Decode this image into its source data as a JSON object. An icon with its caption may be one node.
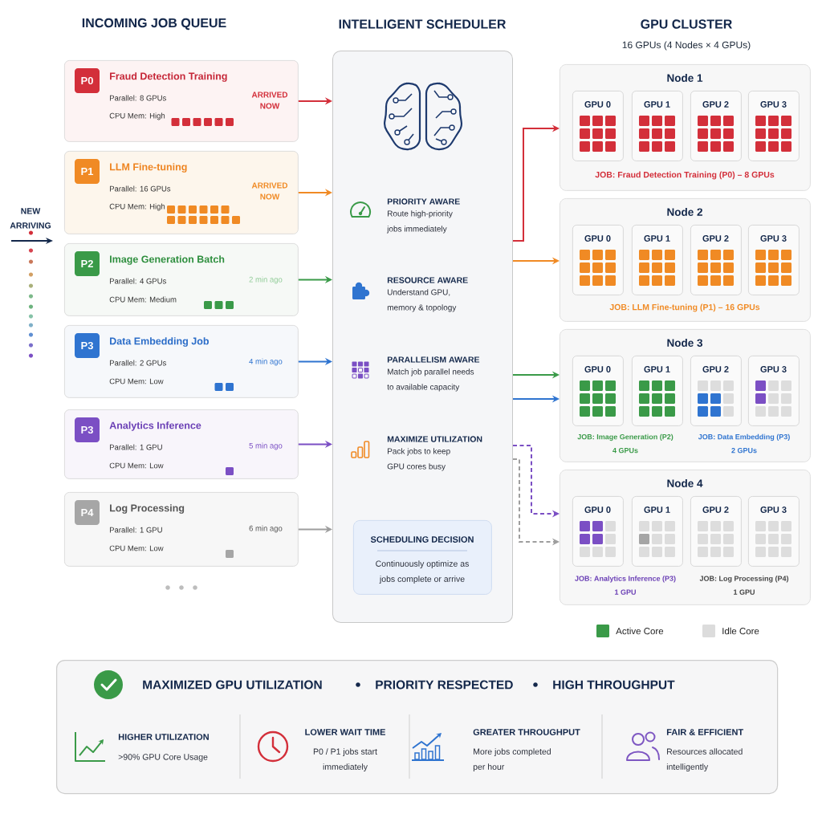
{
  "diagram": {
    "nodes": [
      {
        "text": [
          "P0",
          "Fraud Detection Training",
          "Parallel: 8 GPUs",
          "CPU Mem: High",
          "ARRIVED NOW"
        ]
      },
      {
        "text": [
          "P1",
          "LLM Fine-tuning",
          "Parallel: 16 GPUs",
          "CPU Mem: High",
          "ARRIVED NOW"
        ]
      },
      {
        "text": [
          "P2",
          "Image Generation Batch",
          "Parallel: 4 GPUs",
          "CPU Mem: Medium",
          "2 min ago"
        ]
      },
      {
        "text": [
          "P3",
          "Data Embedding Job",
          "Parallel: 2 GPUs",
          "CPU Mem: Low",
          "4 min ago"
        ]
      },
      {
        "text": [
          "P3",
          "Analytics Inference",
          "Parallel: 1 GPU",
          "CPU Mem: Low",
          "5 min ago"
        ]
      },
      {
        "text": [
          "P4",
          "Log Processing",
          "Parallel: 1 GPU",
          "CPU Mem: Low",
          "6 min ago"
        ]
      },
      {
        "text": [
          "INTELLIGENT SCHEDULER",
          "PRIORITY AWARE",
          "Route high-priority jobs immediately",
          "RESOURCE AWARE",
          "Understand GPU, memory & topology",
          "PARALLELISM AWARE",
          "Match job parallel needs to available capacity",
          "MAXIMIZE UTILIZATION",
          "Pack jobs to keep GPU cores busy"
        ]
      },
      {
        "text": [
          "SCHEDULING DECISION",
          "Continuously optimize as jobs complete or arrive"
        ],
        "in": 6
      },
      {
        "text": [
          "Node 1",
          "JOB: Fraud Detection Training (P0) – 8 GPUs"
        ]
      },
      {
        "text": [
          "GPU 0"
        ],
        "in": 8
      },
      {
        "text": [
          "GPU 1"
        ],
        "in": 8
      },
      {
        "text": [
          "GPU 2"
        ],
        "in": 8
      },
      {
        "text": [
          "GPU 3"
        ],
        "in": 8
      },
      {
        "text": [
          "Node 2",
          "JOB: LLM Fine-tuning (P1) – 16 GPUs"
        ]
      },
      {
        "text": [
          "GPU 0"
        ],
        "in": 13
      },
      {
        "text": [
          "GPU 1"
        ],
        "in": 13
      },
      {
        "text": [
          "GPU 2"
        ],
        "in": 13
      },
      {
        "text": [
          "GPU 3"
        ],
        "in": 13
      },
      {
        "text": [
          "Node 3",
          "JOB: Image Generation (P2) 4 GPUs",
          "JOB: Data Embedding (P3) 2 GPUs"
        ]
      },
      {
        "text": [
          "GPU 0"
        ],
        "in": 18
      },
      {
        "text": [
          "GPU 1"
        ],
        "in": 18
      },
      {
        "text": [
          "GPU 2"
        ],
        "in": 18
      },
      {
        "text": [
          "GPU 3"
        ],
        "in": 18
      },
      {
        "text": [
          "Node 4",
          "JOB: Analytics Inference (P3) 1 GPU",
          "JOB: Log Processing (P4) 1 GPU"
        ]
      },
      {
        "text": [
          "GPU 0"
        ],
        "in": 23
      },
      {
        "text": [
          "GPU 1"
        ],
        "in": 23
      },
      {
        "text": [
          "GPU 2"
        ],
        "in": 23
      },
      {
        "text": [
          "GPU 3"
        ],
        "in": 23
      },
      {
        "text": [
          "MAXIMIZED GPU UTILIZATION",
          "PRIORITY RESPECTED",
          "HIGH THROUGHPUT",
          "HIGHER UTILIZATION",
          ">90% GPU Core Usage",
          "LOWER WAIT TIME",
          "P0 / P1 jobs start immediately",
          "GREATER THROUGHPUT",
          "More jobs completed per hour",
          "FAIR & EFFICIENT",
          "Resources allocated intelligently"
        ]
      }
    ],
    "edges": [
      {
        "from": 0,
        "to": 6,
        "arrow": "to",
        "color": "#d32f3a"
      },
      {
        "from": 1,
        "to": 6,
        "arrow": "to",
        "color": "#f08a24"
      },
      {
        "from": 2,
        "to": 6,
        "arrow": "to",
        "color": "#3a9a48"
      },
      {
        "from": 3,
        "to": 6,
        "arrow": "to",
        "color": "#2f74d0"
      },
      {
        "from": 4,
        "to": 6,
        "arrow": "to",
        "color": "#7b4fc4"
      },
      {
        "from": 5,
        "to": 6,
        "arrow": "to",
        "color": "#9e9e9e"
      },
      {
        "from": 6,
        "to": 8,
        "arrow": "to",
        "color": "#d32f3a"
      },
      {
        "from": 6,
        "to": 13,
        "arrow": "to",
        "color": "#f08a24"
      },
      {
        "from": 6,
        "to": 18,
        "arrow": "to",
        "color": "#3a9a48"
      },
      {
        "from": 6,
        "to": 18,
        "arrow": "to",
        "color": "#2f74d0"
      },
      {
        "from": 6,
        "to": 23,
        "arrow": "to",
        "style": "dashed",
        "color": "#7b4fc4"
      },
      {
        "from": 6,
        "to": 23,
        "arrow": "to",
        "style": "dashed",
        "color": "#9e9e9e"
      }
    ],
    "labels": [
      "INCOMING JOB QUEUE",
      "GPU CLUSTER",
      "16 GPUs (4 Nodes × 4 GPUs)",
      "NEW ARRIVING"
    ],
    "legend": [
      {
        "text": "Active Core",
        "color": "#3a9a48"
      },
      {
        "text": "Idle Core",
        "color": "#dcdcdc"
      }
    ]
  }
}
